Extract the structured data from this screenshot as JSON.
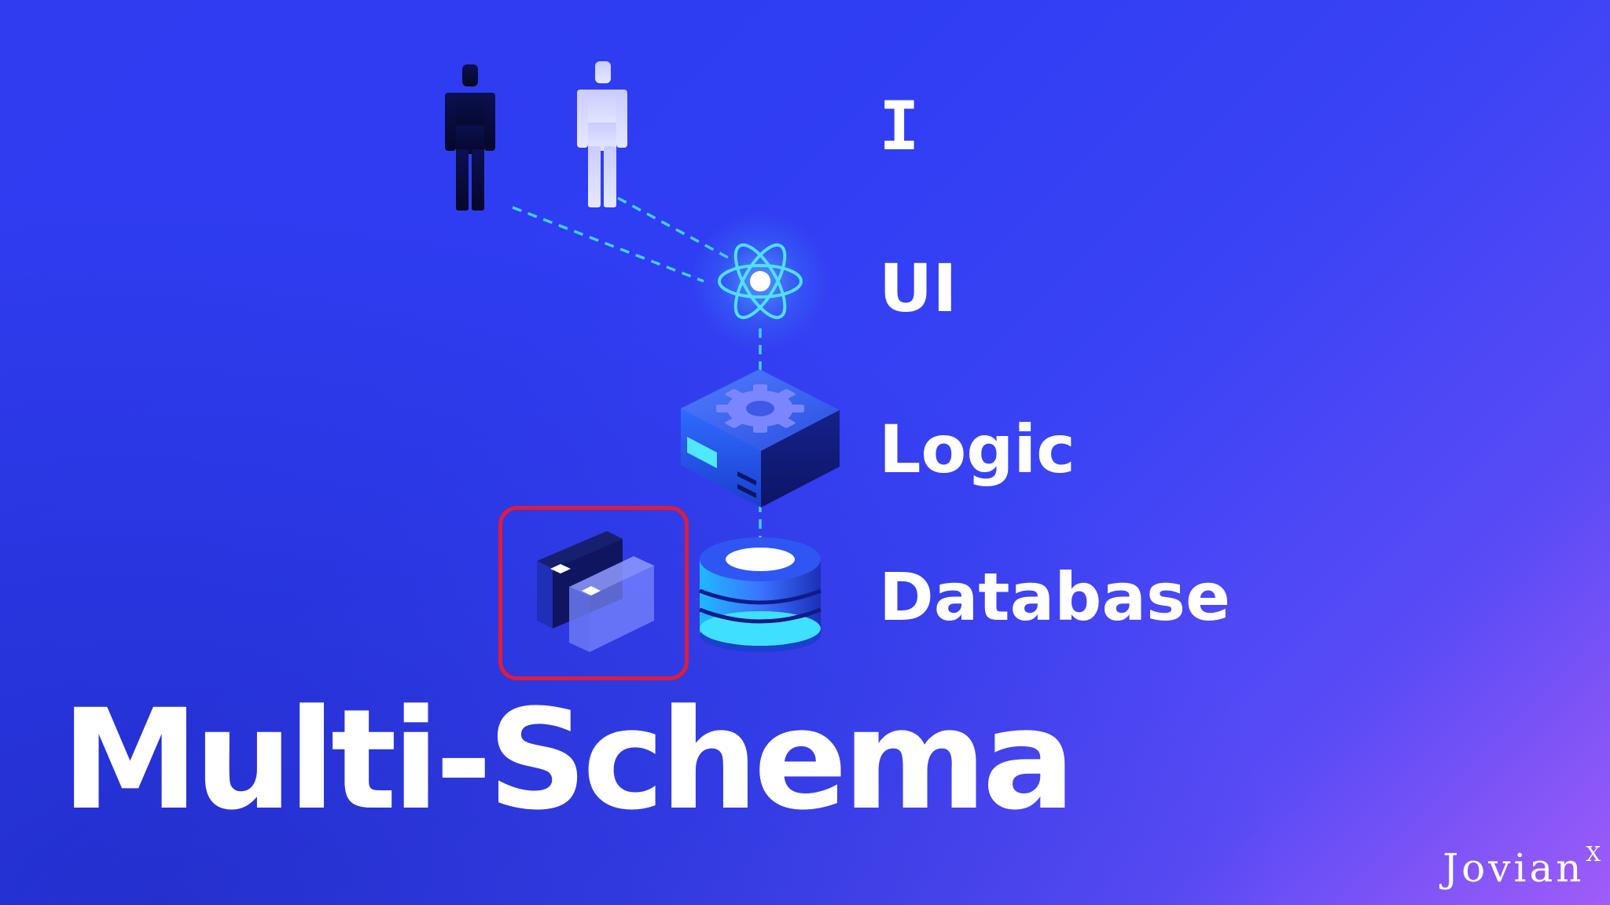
{
  "layers": {
    "i": "I",
    "ui": "UI",
    "logic": "Logic",
    "database": "Database"
  },
  "title": "Multi-Schema",
  "brand": {
    "name": "Jovian",
    "superscript": "X"
  },
  "icons": {
    "user_dark": "person-icon",
    "user_light": "person-icon",
    "ui": "react-atom-icon",
    "logic": "server-gear-icon",
    "database": "database-icon",
    "schema": "stacked-blocks-icon"
  },
  "colors": {
    "background_start": "#2f3cf0",
    "background_end": "#a05cf8",
    "connector": "#3fd0f0",
    "highlight": "#e11b3a",
    "text": "#ffffff"
  }
}
